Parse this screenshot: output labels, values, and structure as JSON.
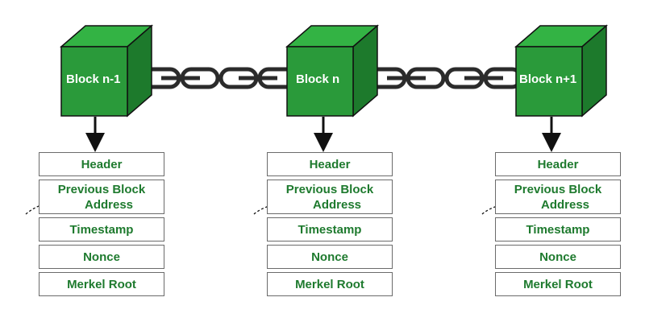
{
  "colors": {
    "cube_front": "#2a9a3a",
    "cube_top": "#33b344",
    "cube_side": "#1d7a2c",
    "cube_edge": "#111111",
    "chain": "#2b2b2b",
    "field_text": "#1e7a2e",
    "field_border": "#6b6b6b"
  },
  "blocks": [
    {
      "label": "Block n-1",
      "fields": {
        "header": "Header",
        "prev_line1": "Previous Block",
        "prev_line2": "Address",
        "timestamp": "Timestamp",
        "nonce": "Nonce",
        "merkel_root": "Merkel Root"
      }
    },
    {
      "label": "Block n",
      "fields": {
        "header": "Header",
        "prev_line1": "Previous Block",
        "prev_line2": "Address",
        "timestamp": "Timestamp",
        "nonce": "Nonce",
        "merkel_root": "Merkel Root"
      }
    },
    {
      "label": "Block n+1",
      "fields": {
        "header": "Header",
        "prev_line1": "Previous Block",
        "prev_line2": "Address",
        "timestamp": "Timestamp",
        "nonce": "Nonce",
        "merkel_root": "Merkel Root"
      }
    }
  ]
}
